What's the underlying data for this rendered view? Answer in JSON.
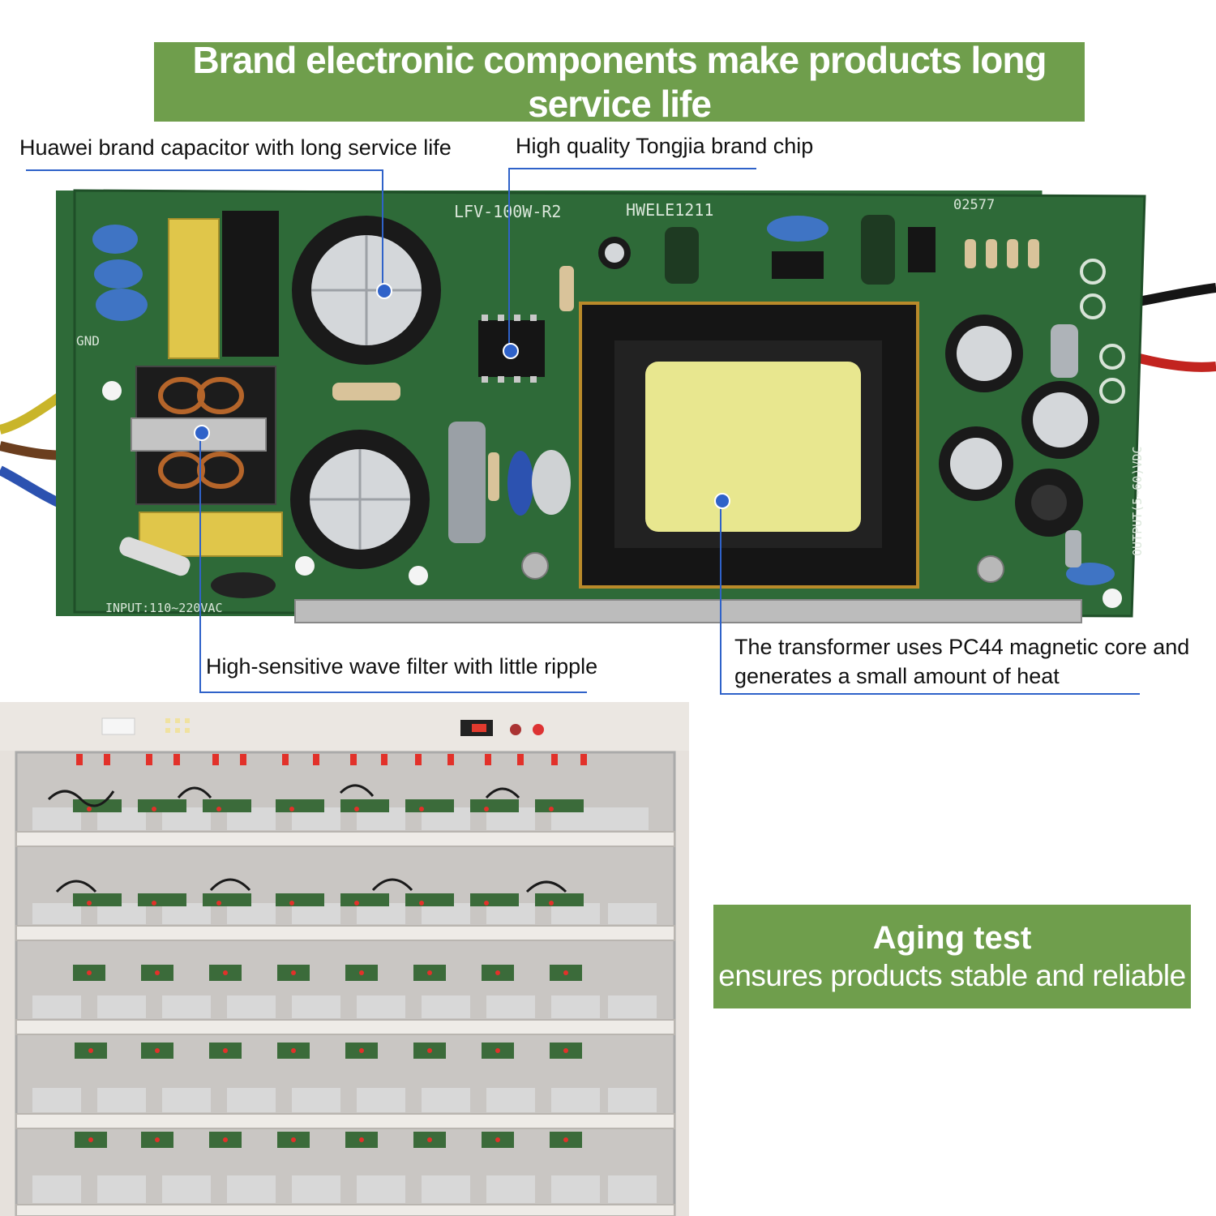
{
  "header": {
    "title": "Brand electronic components make products long service life"
  },
  "callouts": {
    "capacitor": "Huawei brand capacitor with long service life",
    "chip": "High quality Tongjia brand chip",
    "filter": "High-sensitive wave filter with little ripple",
    "transformer_line1": "The transformer uses PC44 magnetic core and",
    "transformer_line2": "generates a small amount of heat"
  },
  "aging": {
    "title": "Aging test",
    "subtitle": "ensures products stable and reliable"
  },
  "board_labels": {
    "model": "LFV-100W-R2",
    "code": "HWELE1211",
    "lot": "02577",
    "input": "INPUT:110~220VAC",
    "output": "OUTPUT(5~60)VDC",
    "gnd": "GND"
  },
  "colors": {
    "banner_green": "#6f9e4c",
    "callout_blue": "#2f62c9",
    "pcb_green": "#2e6a38"
  }
}
